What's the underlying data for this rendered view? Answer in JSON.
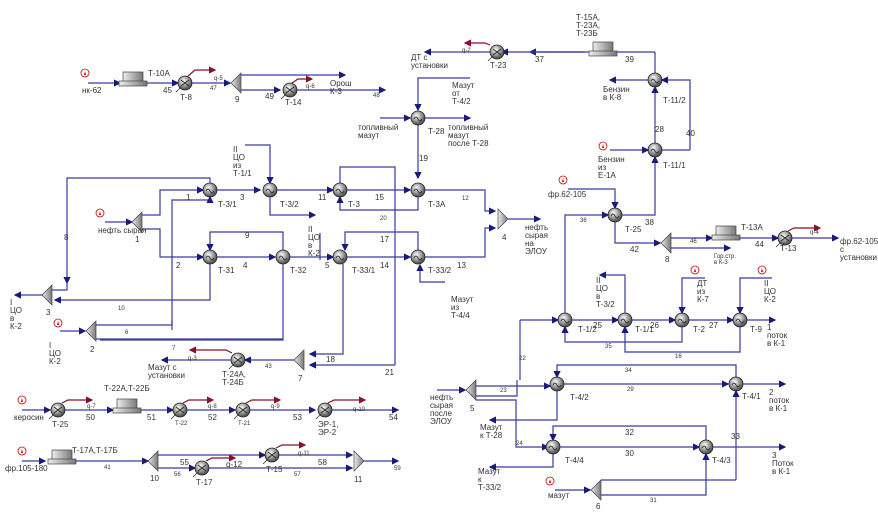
{
  "diagram": {
    "title": "Heat exchanger network process flow scheme",
    "colors": {
      "stream": "#3a3aa0",
      "heat": "#8b0f2a",
      "equipment": "#888888",
      "text": "#333333"
    },
    "feeds": {
      "nk62": "нк-62",
      "neft_syraya": "нефть сырая",
      "kerosin": "керосин",
      "fr105_180": "фр.105-180",
      "fr62_105": "фр.62-105",
      "benzin_e1a": [
        "Бензин",
        "из",
        "Е-1А"
      ],
      "mazut": "мазут",
      "toplivny_mazut": [
        "топливный",
        "мазут"
      ],
      "neft_posle_elou": [
        "нефть",
        "сырая",
        "после",
        "ЭЛОУ"
      ],
      "ico_k2_in": [
        "I",
        "ЦО",
        "К-2"
      ],
      "iico_t11": [
        "II",
        "ЦО",
        "из",
        "Т-1/1"
      ],
      "dt_k7": [
        "ДТ",
        "из",
        "К-7"
      ],
      "iico_k2_in": [
        "II",
        "ЦО",
        "К-2"
      ],
      "mazut_t42": [
        "Мазут",
        "от",
        "Т-4/2"
      ],
      "mazut_t44": [
        "Мазут",
        "из",
        "Т-4/4"
      ]
    },
    "products": {
      "orosh_k3": [
        "Орош",
        "К-3"
      ],
      "dt_s_ust": [
        "ДТ с",
        "установки"
      ],
      "benzin_k8": [
        "Бензин",
        "в К-8"
      ],
      "top_mazut_posle": [
        "топливный",
        "мазут",
        "после Т-28"
      ],
      "neft_elou": [
        "нефть",
        "сырая",
        "на",
        "ЭЛОУ"
      ],
      "ico_v_k2": [
        "I",
        "ЦО",
        "в",
        "К-2"
      ],
      "iico_v_k2": [
        "II",
        "ЦО",
        "в",
        "К-2"
      ],
      "mazut_s_ust": [
        "Мазут с",
        "установки"
      ],
      "fr62_s_ust": [
        "фр.62-105",
        "с",
        "установки"
      ],
      "gor_str": [
        "Гор.стр.",
        "в К-3"
      ],
      "iico_t32": [
        "II",
        "ЦО",
        "в",
        "Т-3/2"
      ],
      "potok1": [
        "1",
        "поток",
        "в К-1"
      ],
      "potok2": [
        "2",
        "поток",
        "в К-1"
      ],
      "potok3": [
        "3",
        "Поток",
        "в К-1"
      ],
      "mazut_k_t28": [
        "Мазут",
        "к Т-28"
      ],
      "mazut_k_t332": [
        "Мазут",
        "к",
        "Т-33/2"
      ]
    },
    "equipment": {
      "T10A": "Т-10А",
      "T8": "Т-8",
      "S9": "9",
      "T14": "Т-14",
      "T23": "Т-23",
      "T15A": [
        "Т-15А,",
        "Т-23А,",
        "Т-23Б"
      ],
      "T28": "Т-28",
      "T112": "Т-11/2",
      "T111": "Т-11/1",
      "T31": "Т-3/1",
      "T32": "Т-3/2",
      "T3": "Т-3",
      "T3A": "Т-3А",
      "M1": "1",
      "M4": "4",
      "T31b": "Т-31",
      "T32b": "Т-32",
      "T331": "Т-33/1",
      "T332": "Т-33/2",
      "S3": "3",
      "S2": "2",
      "S7": "7",
      "T24": [
        "Т-24А,",
        "Т-24Б"
      ],
      "T25": "Т-25",
      "S8": "8",
      "T13A": "Т-13А",
      "T13": "Т-13",
      "T12": "Т-1/2",
      "T11": "Т-1/1",
      "T2": "Т-2",
      "T9": "Т-9",
      "S5": "5",
      "T42": "Т-4/2",
      "T41": "Т-4/1",
      "T44": "Т-4/4",
      "T43": "Т-4/3",
      "S6": "6",
      "T25k": "Т-25",
      "T22AB": "Т-22А,Т-22Б",
      "T22": "Т-22",
      "T21": "Т-21",
      "EP": [
        "ЭР-1,",
        "ЭР-2"
      ],
      "T17AB": "Т-17А,Т-17Б",
      "S10": "10",
      "T17": "Т-17",
      "T15": "Т-15",
      "S11": "11"
    },
    "streams": {
      "s1": "1",
      "s2": "2",
      "s3": "3",
      "s4": "4",
      "s5": "5",
      "s6": "6",
      "s7": "7",
      "s8": "8",
      "s9": "9",
      "s10": "10",
      "s11": "11",
      "s12": "12",
      "s13": "13",
      "s14": "14",
      "s15": "15",
      "s16": "16",
      "s17": "17",
      "s18": "18",
      "s19": "19",
      "s20": "20",
      "s21": "21",
      "s22": "22",
      "s23": "23",
      "s24": "24",
      "s25": "25",
      "s26": "26",
      "s27": "27",
      "s28": "28",
      "s29": "29",
      "s30": "30",
      "s31": "31",
      "s32": "32",
      "s33": "33",
      "s34": "34",
      "s35": "35",
      "s36": "36",
      "s37": "37",
      "s38": "38",
      "s39": "39",
      "s40": "40",
      "s41": "41",
      "s42": "42",
      "s43": "43",
      "s44": "44",
      "s45": "45",
      "s46": "46",
      "s47": "47",
      "s48": "48",
      "s49": "49",
      "s50": "50",
      "s51": "51",
      "s52": "52",
      "s53": "53",
      "s54": "54",
      "s55": "55",
      "s56": "56",
      "s57": "57",
      "s58": "58",
      "s59": "59"
    },
    "heat": {
      "q2": "q-2",
      "q3": "q-3",
      "q4": "q-4",
      "q5": "q-5",
      "q6": "q-6",
      "q7": "q-7",
      "q8": "q-8",
      "q9": "q-9",
      "q10": "q-10",
      "q11": "q-11",
      "q12": "q-12"
    }
  }
}
